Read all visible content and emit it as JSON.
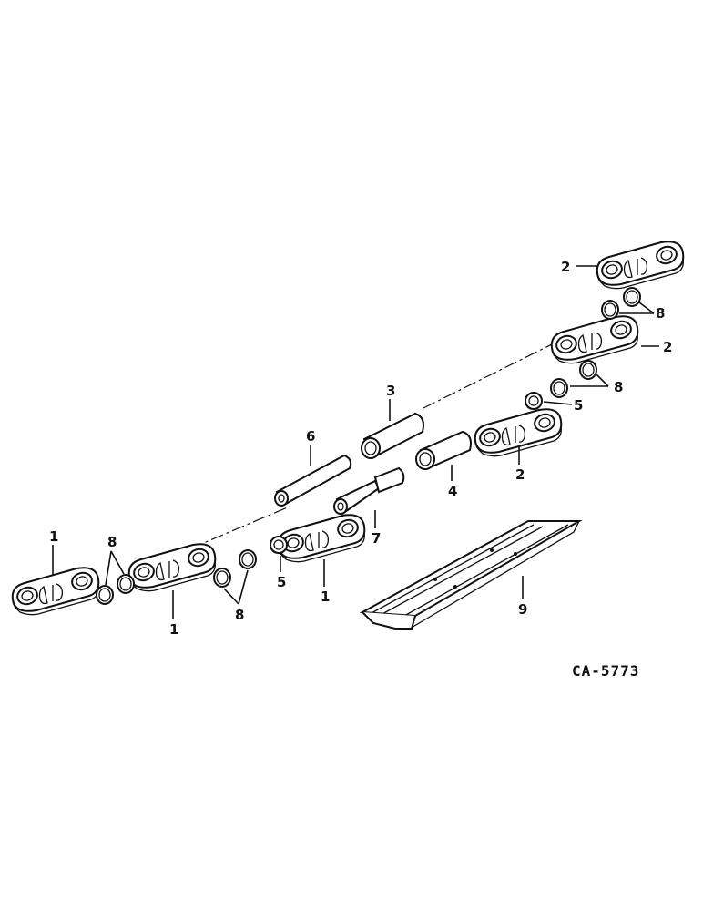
{
  "labels": {
    "l1a": "1",
    "l1b": "1",
    "l1c": "1",
    "l2a": "2",
    "l2b": "2",
    "l2c": "2",
    "l3": "3",
    "l4": "4",
    "l5a": "5",
    "l5b": "5",
    "l6": "6",
    "l7": "7",
    "l8a": "8",
    "l8b": "8",
    "l8c": "8",
    "l8d": "8",
    "l9": "9"
  },
  "drawing_code": "CA-5773"
}
